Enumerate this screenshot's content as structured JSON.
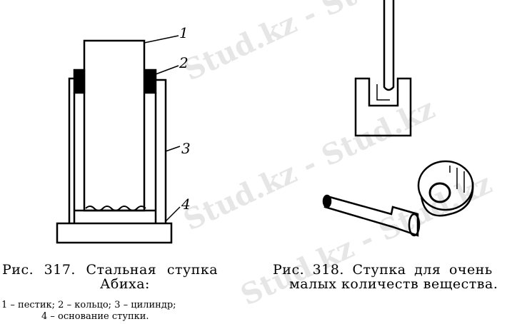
{
  "watermark": {
    "text_1": "Stud.kz - Stud.kz",
    "text_2": "Stud.kz - Stud.kz",
    "text_3": "Stud.kz - Stud.kz"
  },
  "figure_317": {
    "labels": [
      "1",
      "2",
      "3",
      "4"
    ],
    "caption_line1": "Рис.   317.  Стальная   ступка",
    "caption_line2": "Абиха:",
    "legend_line1": "1 – пестик;  2 – кольцо;  3 – цилиндр;",
    "legend_line2": "4 – основание ступки."
  },
  "figure_318": {
    "caption_line1": "Рис. 318. Ступка для очень",
    "caption_line2": "малых количеств вещества."
  }
}
